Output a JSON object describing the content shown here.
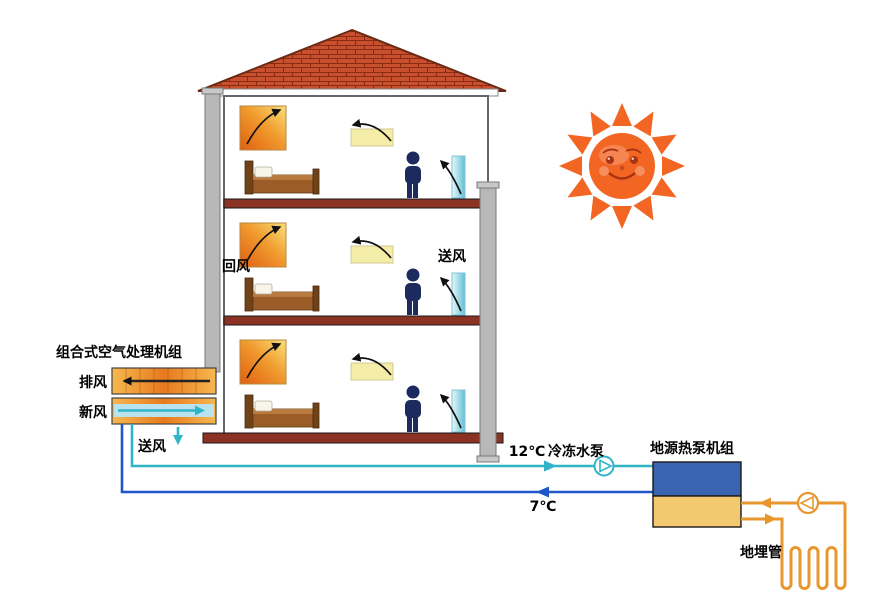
{
  "labels": {
    "ahu_title": "组合式空气处理机组",
    "exhaust_air": "排风",
    "fresh_air": "新风",
    "supply_air_ahu": "送风",
    "return_air": "回风",
    "supply_air_mid": "送风",
    "supply_temp": "12℃",
    "chilled_pump": "冷冻水泵",
    "return_temp": "7℃",
    "heat_pump_unit": "地源热泵机组",
    "ground_loop": "地埋管"
  },
  "colors": {
    "roof": "#c8502e",
    "duct": "#b8b8b8",
    "floor_slab": "#8a3322",
    "supply_pipe": "#2fb4c8",
    "return_pipe": "#1e57c8",
    "ground_loop": "#e8962e",
    "heat_pump_top": "#3a64b0",
    "heat_pump_bottom": "#f2c96e",
    "sun": "#f26522",
    "panel_orange": "#e87a1e",
    "panel_cyan": "#5fc0d6"
  }
}
